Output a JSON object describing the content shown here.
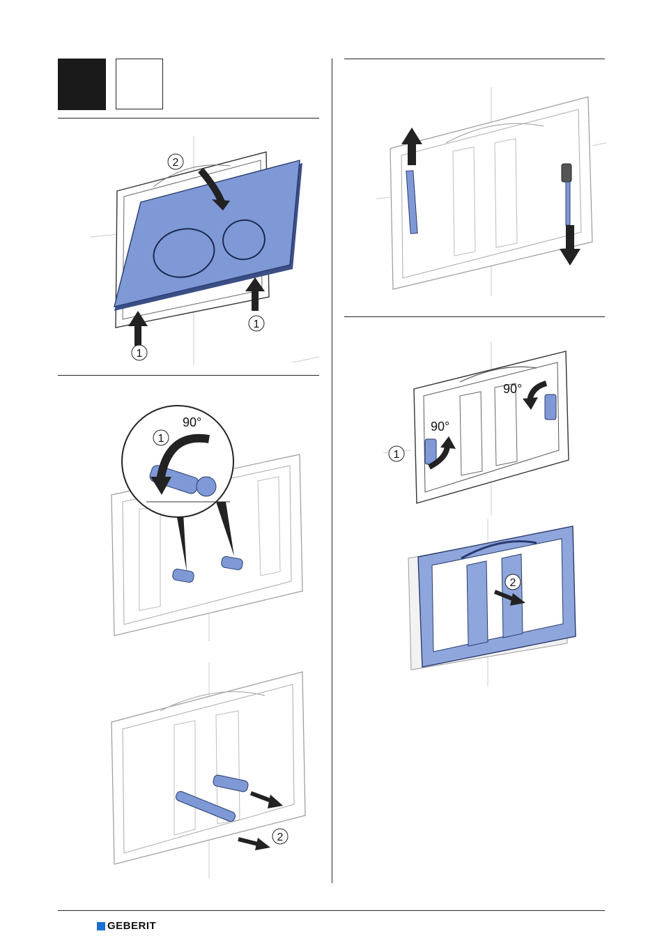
{
  "figures": {
    "fig1": {
      "step_up_1": "1",
      "step_up_1b": "1",
      "step_rotate": "2"
    },
    "fig2": {
      "angle": "90°",
      "step": "1"
    },
    "fig3": {
      "step": "2"
    },
    "fig5": {
      "angle_top": "90°",
      "angle_left": "90°",
      "step": "1"
    },
    "fig6": {
      "step": "2"
    }
  },
  "footer": {
    "brand": "GEBERIT"
  },
  "colors": {
    "accent_blue": "#7e99d6",
    "brand_blue": "#1d6fd1"
  }
}
